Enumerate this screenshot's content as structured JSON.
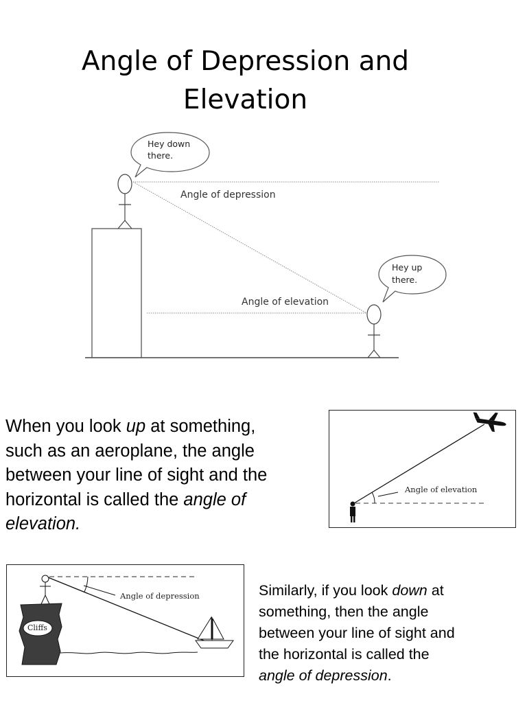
{
  "title": {
    "line1": "Angle of Depression and",
    "line2": "Elevation"
  },
  "main_diagram": {
    "bubble_top": {
      "line1": "Hey down",
      "line2": "there."
    },
    "bubble_bottom": {
      "line1": "Hey up",
      "line2": "there."
    },
    "label_depression": "Angle of depression",
    "label_elevation": "Angle of elevation"
  },
  "plane_diagram": {
    "label_elevation": "Angle of elevation"
  },
  "cliff_diagram": {
    "label_depression": "Angle of depression",
    "label_cliffs": "Cliffs"
  },
  "paragraph_elevation": {
    "l1_a": "When you look ",
    "l1_b": "up",
    "l1_c": " at something,",
    "l2": "such as an aeroplane, the angle",
    "l3": "between your line of sight and the",
    "l4_a": "horizontal is called the ",
    "l4_b": "angle of",
    "l5": "elevation."
  },
  "paragraph_depression": {
    "l1_a": "Similarly, if you look ",
    "l1_b": "down",
    "l1_c": " at",
    "l2": "something, then the angle",
    "l3": "between your line of sight and",
    "l4": "the horizontal is called the",
    "l5_a": "angle of depression",
    "l5_b": "."
  }
}
